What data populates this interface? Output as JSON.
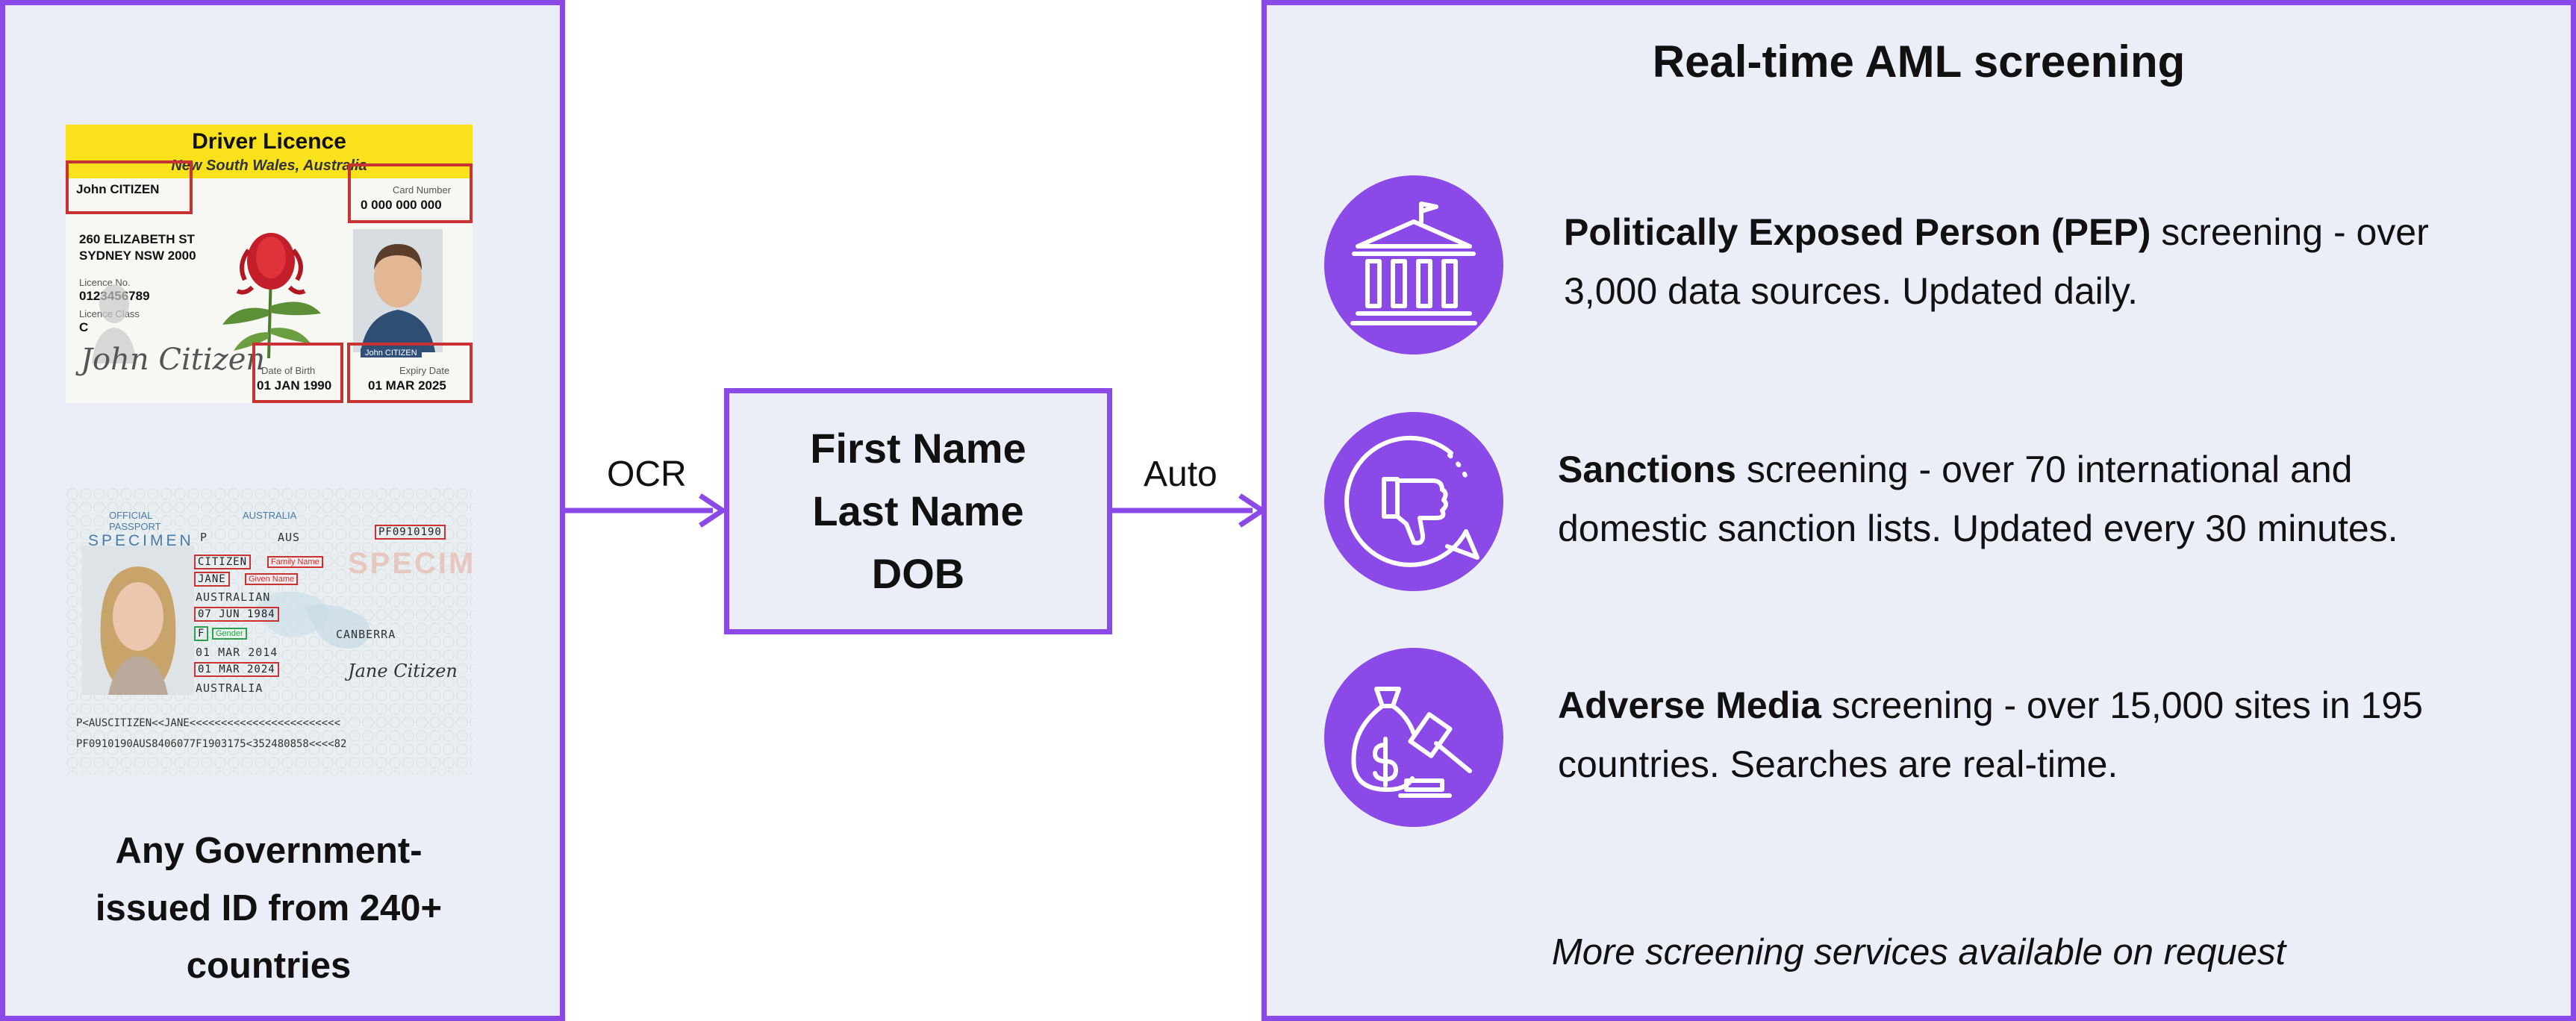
{
  "left_panel": {
    "caption_lines": [
      "Any Government-",
      "issued ID from 240+",
      "countries"
    ]
  },
  "licence_card": {
    "title": "Driver Licence",
    "subtitle": "New South Wales, Australia",
    "name": "John CITIZEN",
    "card_number_label": "Card Number",
    "card_number": "0 000 000 000",
    "address_line1": "260 ELIZABETH ST",
    "address_line2": "SYDNEY NSW 2000",
    "licence_no_label": "Licence No.",
    "licence_no": "0123456789",
    "licence_class_label": "Licence Class",
    "licence_class": "C",
    "signature": "John Citizen",
    "dob_label": "Date of Birth",
    "dob": "01 JAN 1990",
    "expiry_label": "Expiry Date",
    "expiry": "01 MAR 2025",
    "photo_caption": "John CITIZEN"
  },
  "passport_card": {
    "header_left": [
      "OFFICIAL",
      "PASSPORT"
    ],
    "specimen": "SPECIMEN",
    "country": "AUSTRALIA",
    "type": "P",
    "code": "AUS",
    "passport_no": "PF0910190",
    "surname": "CITIZEN",
    "surname_tag": "Family Name",
    "given": "JANE",
    "given_tag": "Given Name",
    "nationality": "AUSTRALIAN",
    "dob": "07 JUN 1984",
    "sex": "F",
    "sex_tag": "Gender",
    "place": "CANBERRA",
    "issue": "01 MAR 2014",
    "expiry": "01 MAR 2024",
    "authority": "AUSTRALIA",
    "signature": "Jane Citizen",
    "mrz1": "P<AUSCITIZEN<<JANE<<<<<<<<<<<<<<<<<<<<<<<<",
    "mrz2": "PF0910190AUS8406077F1903175<352480858<<<<82"
  },
  "connectors": {
    "ocr_label": "OCR",
    "auto_label": "Auto",
    "arrow_color": "#8b4ae8"
  },
  "center_box": {
    "lines": [
      "First Name",
      "Last Name",
      "DOB"
    ]
  },
  "right_panel": {
    "title": "Real-time AML screening",
    "services": [
      {
        "icon": "government-building-icon",
        "bold": "Politically Exposed Person (PEP)",
        "text_line1": " screening - over",
        "text_line2": "3,000 data sources. Updated daily."
      },
      {
        "icon": "thumbs-down-speech-icon",
        "bold": "Sanctions",
        "text_line1": " screening - over 70 international and",
        "text_line2": "domestic sanction lists. Updated every 30 minutes."
      },
      {
        "icon": "money-bag-gavel-icon",
        "bold": "Adverse Media",
        "text_line1": " screening - over 15,000 sites in 195",
        "text_line2": "countries. Searches are real-time."
      }
    ],
    "footer": "More screening services available on request"
  },
  "colors": {
    "accent": "#8b4ae8",
    "panel_bg": "#eceef7",
    "highlight_red": "#c83232"
  }
}
